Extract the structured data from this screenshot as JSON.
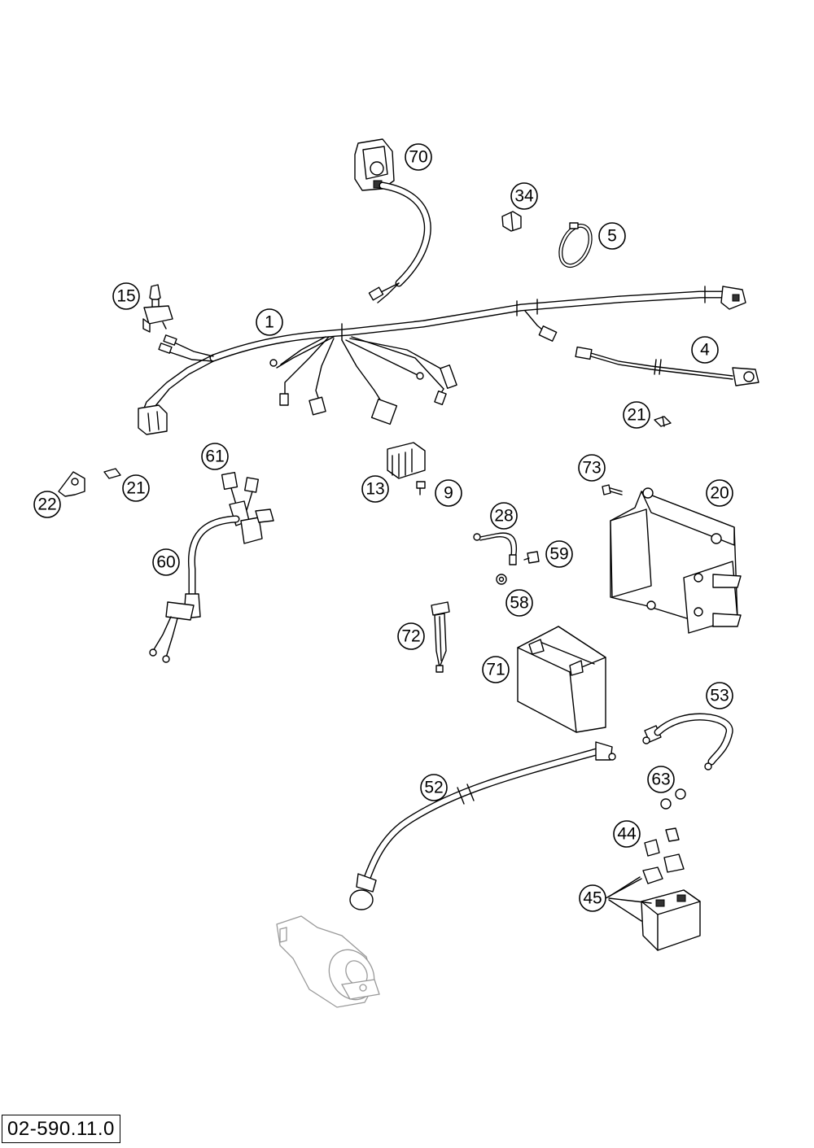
{
  "diagram_code": "02-590.11.0",
  "callouts": [
    {
      "id": "c70",
      "label": "70"
    },
    {
      "id": "c34",
      "label": "34"
    },
    {
      "id": "c5",
      "label": "5"
    },
    {
      "id": "c15",
      "label": "15"
    },
    {
      "id": "c1",
      "label": "1"
    },
    {
      "id": "c4",
      "label": "4"
    },
    {
      "id": "c21a",
      "label": "21"
    },
    {
      "id": "c61",
      "label": "61"
    },
    {
      "id": "c21b",
      "label": "21"
    },
    {
      "id": "c22",
      "label": "22"
    },
    {
      "id": "c13",
      "label": "13"
    },
    {
      "id": "c9",
      "label": "9"
    },
    {
      "id": "c73",
      "label": "73"
    },
    {
      "id": "c20",
      "label": "20"
    },
    {
      "id": "c28",
      "label": "28"
    },
    {
      "id": "c59",
      "label": "59"
    },
    {
      "id": "c60",
      "label": "60"
    },
    {
      "id": "c58",
      "label": "58"
    },
    {
      "id": "c72",
      "label": "72"
    },
    {
      "id": "c71",
      "label": "71"
    },
    {
      "id": "c53",
      "label": "53"
    },
    {
      "id": "c52",
      "label": "52"
    },
    {
      "id": "c63",
      "label": "63"
    },
    {
      "id": "c44",
      "label": "44"
    },
    {
      "id": "c45",
      "label": "45"
    }
  ]
}
